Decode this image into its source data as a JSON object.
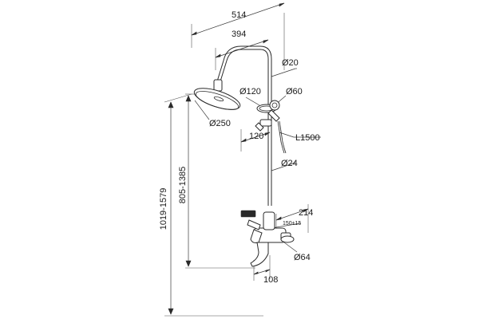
{
  "diagram": {
    "dimensions": {
      "overall_width": "514",
      "arm_reach": "394",
      "pipe_dia_upper": "Ø20",
      "handshower_dia": "Ø120",
      "holder_dia": "Ø60",
      "head_dia": "Ø250",
      "hose_length": "L1500",
      "holder_offset": "120",
      "pipe_dia_lower": "Ø24",
      "mixer_depth": "214",
      "inlet_spacing": "150±15",
      "flange_dia": "Ø64",
      "spout_length": "108",
      "height_range_inner": "805-1385",
      "height_range_outer": "1019-1579"
    }
  }
}
